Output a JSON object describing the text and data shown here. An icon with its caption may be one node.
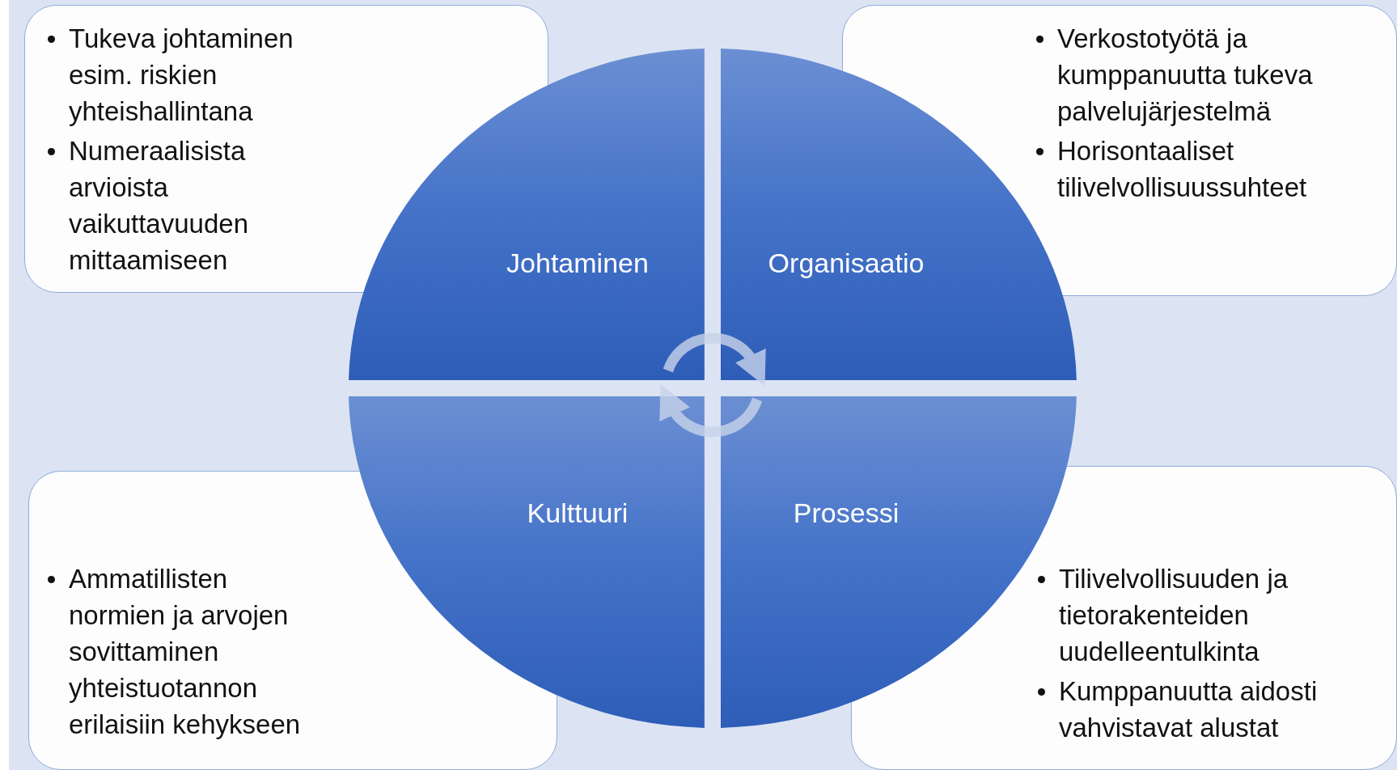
{
  "diagram": {
    "nodes": [
      {
        "text": [
          "Tukeva johtaminen esim. riskien yhteishallintana",
          "Numeraalisista arvioista vaikuttavuuden mittaamiseen"
        ]
      },
      {
        "text": [
          "Verkostotyötä ja kumppanuutta tukeva palvelujärjestelmä",
          "Horisontaaliset tilivelvollisuussuhteet"
        ]
      },
      {
        "text": [
          "Johtaminen"
        ]
      },
      {
        "text": [
          "Organisaatio"
        ]
      },
      {
        "text": [
          "Kulttuuri"
        ]
      },
      {
        "text": [
          "Prosessi"
        ]
      },
      {
        "text": [
          "Ammatillisten normien ja arvojen sovittaminen yhteistuotannon erilaisiin kehykseen"
        ]
      },
      {
        "text": [
          "Tilivelvollisuuden ja tietorakenteiden uudelleentulkinta",
          "Kumppanuutta aidosti vahvistavat alustat"
        ]
      }
    ],
    "edges": [
      {
        "from": 2,
        "to": 3,
        "arrow": "to"
      },
      {
        "from": 5,
        "to": 4,
        "arrow": "to"
      }
    ]
  }
}
